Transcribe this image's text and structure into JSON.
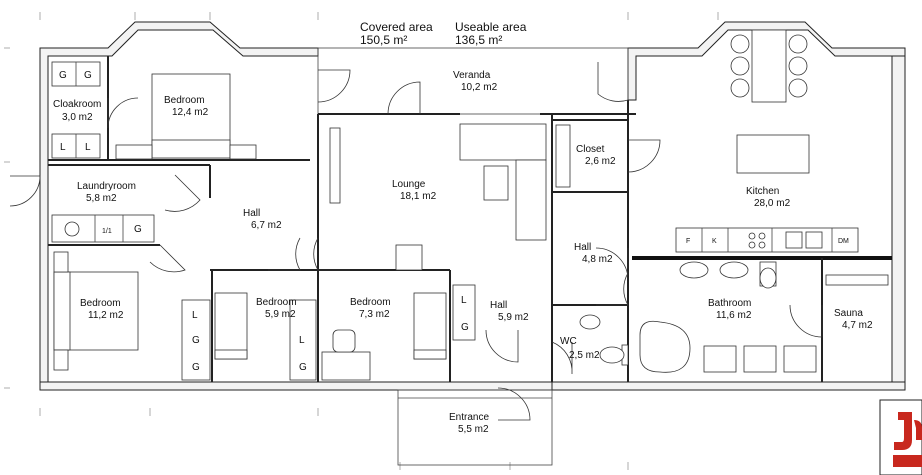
{
  "summary": {
    "covered_label": "Covered area",
    "covered_value": "150,5 m²",
    "useable_label": "Useable area",
    "useable_value": "136,5 m²"
  },
  "rooms": [
    {
      "id": "cloakroom",
      "name": "Cloakroom",
      "area": "3,0 m2"
    },
    {
      "id": "bedroom-nw",
      "name": "Bedroom",
      "area": "12,4 m2"
    },
    {
      "id": "veranda",
      "name": "Veranda",
      "area": "10,2 m2"
    },
    {
      "id": "laundryroom",
      "name": "Laundryroom",
      "area": "5,8 m2"
    },
    {
      "id": "hall-west",
      "name": "Hall",
      "area": "6,7 m2"
    },
    {
      "id": "lounge",
      "name": "Lounge",
      "area": "18,1 m2"
    },
    {
      "id": "closet",
      "name": "Closet",
      "area": "2,6 m2"
    },
    {
      "id": "kitchen",
      "name": "Kitchen",
      "area": "28,0 m2"
    },
    {
      "id": "hall-center",
      "name": "Hall",
      "area": "4,8 m2"
    },
    {
      "id": "bedroom-sw",
      "name": "Bedroom",
      "area": "11,2 m2"
    },
    {
      "id": "bedroom-s1",
      "name": "Bedroom",
      "area": "5,9 m2"
    },
    {
      "id": "bedroom-s2",
      "name": "Bedroom",
      "area": "7,3 m2"
    },
    {
      "id": "hall-south",
      "name": "Hall",
      "area": "5,9 m2"
    },
    {
      "id": "wc",
      "name": "WC",
      "area": "2,5 m2"
    },
    {
      "id": "bathroom",
      "name": "Bathroom",
      "area": "11,6 m2"
    },
    {
      "id": "sauna",
      "name": "Sauna",
      "area": "4,7 m2"
    },
    {
      "id": "entrance",
      "name": "Entrance",
      "area": "5,5 m2"
    }
  ],
  "fixtures": {
    "cloak_g1": "G",
    "cloak_g2": "G",
    "cloak_l1": "L",
    "cloak_l2": "L",
    "laundry_11": "1/1",
    "laundry_g": "G",
    "sw_l": "L",
    "sw_g1": "G",
    "sw_l2": "L",
    "sw_g2": "G",
    "s1_l": "L",
    "s1_g": "G",
    "hall_l": "L",
    "hall_g": "G",
    "kitchen_f": "F",
    "kitchen_k": "K",
    "kitchen_dm": "DM"
  }
}
